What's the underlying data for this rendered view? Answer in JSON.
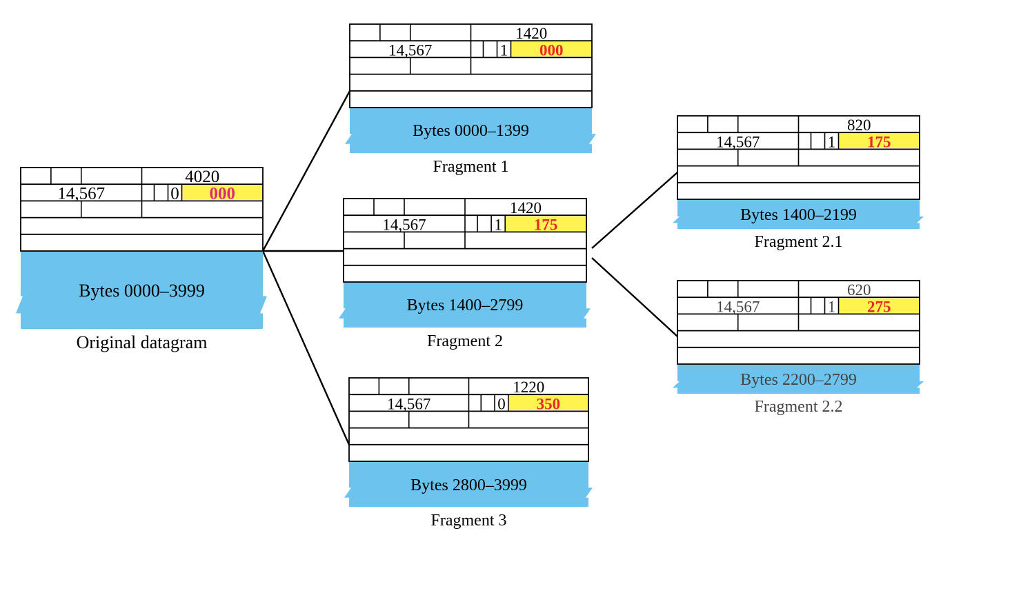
{
  "colors": {
    "payload_blue": "#6cc4ee",
    "offset_yellow": "#fff44f",
    "offset_red": "#e8282b",
    "offset_pink": "#e0287a",
    "border": "#000000"
  },
  "links": [
    {
      "from": "original",
      "to": "frag1"
    },
    {
      "from": "original",
      "to": "frag2"
    },
    {
      "from": "original",
      "to": "frag3"
    },
    {
      "from": "frag2",
      "to": "frag21"
    },
    {
      "from": "frag2",
      "to": "frag22"
    }
  ],
  "datagrams": [
    {
      "id": "original",
      "total_length": "4020",
      "identification": "14,567",
      "mf_flag": "0",
      "offset": "000",
      "offset_color": "pink",
      "bytes_label": "Bytes 0000–3999",
      "caption": "Original datagram",
      "muted": false
    },
    {
      "id": "frag1",
      "total_length": "1420",
      "identification": "14,567",
      "mf_flag": "1",
      "offset": "000",
      "offset_color": "red",
      "bytes_label": "Bytes 0000–1399",
      "caption": "Fragment 1",
      "muted": false
    },
    {
      "id": "frag2",
      "total_length": "1420",
      "identification": "14,567",
      "mf_flag": "1",
      "offset": "175",
      "offset_color": "red",
      "bytes_label": "Bytes 1400–2799",
      "caption": "Fragment 2",
      "muted": false
    },
    {
      "id": "frag3",
      "total_length": "1220",
      "identification": "14,567",
      "mf_flag": "0",
      "offset": "350",
      "offset_color": "red",
      "bytes_label": "Bytes 2800–3999",
      "caption": "Fragment 3",
      "muted": false
    },
    {
      "id": "frag21",
      "total_length": "820",
      "identification": "14,567",
      "mf_flag": "1",
      "offset": "175",
      "offset_color": "red",
      "bytes_label": "Bytes 1400–2199",
      "caption": "Fragment 2.1",
      "muted": false
    },
    {
      "id": "frag22",
      "total_length": "620",
      "identification": "14,567",
      "mf_flag": "1",
      "offset": "275",
      "offset_color": "red",
      "bytes_label": "Bytes 2200–2799",
      "caption": "Fragment 2.2",
      "muted": true
    }
  ]
}
